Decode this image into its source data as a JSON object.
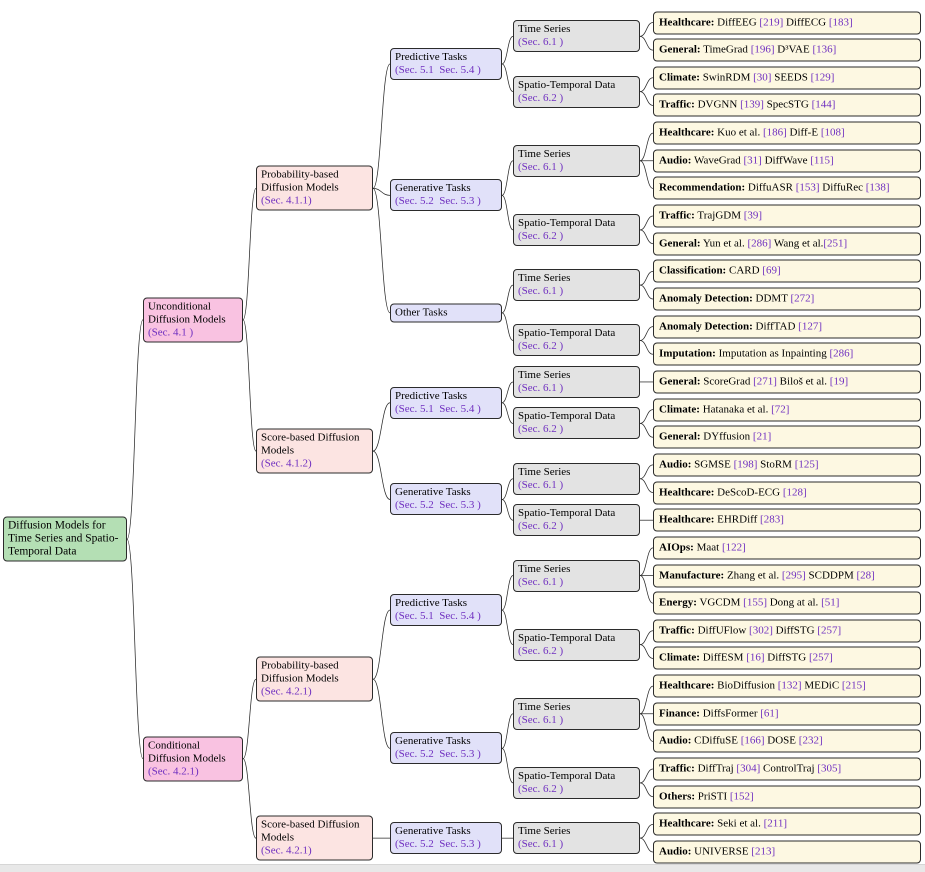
{
  "figure": {
    "title": "Diffusion Models for Time Series and Spatio-Temporal Data"
  },
  "colors": {
    "root_fill": "#b4dfb4",
    "group_fill": "#f9c2e1",
    "subgroup_fill": "#fce4e2",
    "task_fill": "#e1e1f9",
    "datatype_fill": "#e3e3e3",
    "leaf_fill": "#fdf8e2",
    "citation": "#7030c0",
    "section": "#7030c0",
    "border": "#2b2b2b",
    "edge": "#2a2a2a",
    "background": "#ffffff",
    "strip": "#e8e8e8"
  },
  "tree": {
    "label": "Diffusion Models for Time Series and Spatio-Temporal Data",
    "section": "",
    "children": [
      {
        "label": "Unconditional Diffusion Models",
        "section": "(Sec. 4.1 )",
        "children": [
          {
            "label": "Probability-based Diffusion Models",
            "section": "(Sec. 4.1.1)",
            "children": [
              {
                "label": "Predictive Tasks",
                "section": "(Sec. 5.1  Sec. 5.4 )",
                "children": [
                  {
                    "label": "Time Series",
                    "section": "(Sec. 6.1 )",
                    "children": [
                      {
                        "category": "Healthcare:",
                        "text": "DiffEEG [219] DiffECG [183]"
                      },
                      {
                        "category": "General:",
                        "text": "TimeGrad [196] D³VAE [136]"
                      }
                    ]
                  },
                  {
                    "label": "Spatio-Temporal Data",
                    "section": "(Sec. 6.2 )",
                    "children": [
                      {
                        "category": "Climate:",
                        "text": "SwinRDM [30] SEEDS [129]"
                      },
                      {
                        "category": "Traffic:",
                        "text": "DVGNN [139] SpecSTG [144]"
                      }
                    ]
                  }
                ]
              },
              {
                "label": "Generative Tasks",
                "section": "(Sec. 5.2  Sec. 5.3 )",
                "children": [
                  {
                    "label": "Time Series",
                    "section": "(Sec. 6.1 )",
                    "children": [
                      {
                        "category": "Healthcare:",
                        "text": "Kuo et al. [186] Diff-E [108]"
                      },
                      {
                        "category": "Audio:",
                        "text": "WaveGrad [31] DiffWave [115]"
                      },
                      {
                        "category": "Recommendation:",
                        "text": "DiffuASR [153] DiffuRec [138]"
                      }
                    ]
                  },
                  {
                    "label": "Spatio-Temporal Data",
                    "section": "(Sec. 6.2 )",
                    "children": [
                      {
                        "category": "Traffic:",
                        "text": "TrajGDM [39]"
                      },
                      {
                        "category": "General:",
                        "text": "Yun et al. [286] Wang et al.[251]"
                      }
                    ]
                  }
                ]
              },
              {
                "label": "Other Tasks",
                "section": "",
                "children": [
                  {
                    "label": "Time Series",
                    "section": "(Sec. 6.1 )",
                    "children": [
                      {
                        "category": "Classification:",
                        "text": "CARD [69]"
                      },
                      {
                        "category": "Anomaly Detection:",
                        "text": "DDMT [272]"
                      }
                    ]
                  },
                  {
                    "label": "Spatio-Temporal Data",
                    "section": "(Sec. 6.2 )",
                    "children": [
                      {
                        "category": "Anomaly Detection:",
                        "text": "DiffTAD [127]"
                      },
                      {
                        "category": "Imputation:",
                        "text": "Imputation as Inpainting [286]"
                      }
                    ]
                  }
                ]
              }
            ]
          },
          {
            "label": "Score-based Diffusion Models",
            "section": "(Sec. 4.1.2)",
            "children": [
              {
                "label": "Predictive Tasks",
                "section": "(Sec. 5.1  Sec. 5.4 )",
                "children": [
                  {
                    "label": "Time Series",
                    "section": "(Sec. 6.1 )",
                    "children": [
                      {
                        "category": "General:",
                        "text": "ScoreGrad [271] Biloš et al. [19]"
                      }
                    ]
                  },
                  {
                    "label": "Spatio-Temporal Data",
                    "section": "(Sec. 6.2 )",
                    "children": [
                      {
                        "category": "Climate:",
                        "text": "Hatanaka et al. [72]"
                      },
                      {
                        "category": "General:",
                        "text": "DYffusion [21]"
                      }
                    ]
                  }
                ]
              },
              {
                "label": "Generative Tasks",
                "section": "(Sec. 5.2  Sec. 5.3 )",
                "children": [
                  {
                    "label": "Time Series",
                    "section": "(Sec. 6.1 )",
                    "children": [
                      {
                        "category": "Audio:",
                        "text": "SGMSE [198] StoRM [125]"
                      },
                      {
                        "category": "Healthcare:",
                        "text": "DeScoD-ECG [128]"
                      }
                    ]
                  },
                  {
                    "label": "Spatio-Temporal Data",
                    "section": "(Sec. 6.2 )",
                    "children": [
                      {
                        "category": "Healthcare:",
                        "text": "EHRDiff [283]"
                      }
                    ]
                  }
                ]
              }
            ]
          }
        ]
      },
      {
        "label": "Conditional Diffusion Models",
        "section": "(Sec. 4.2.1)",
        "children": [
          {
            "label": "Probability-based Diffusion Models",
            "section": "(Sec. 4.2.1)",
            "children": [
              {
                "label": "Predictive Tasks",
                "section": "(Sec. 5.1  Sec. 5.4 )",
                "children": [
                  {
                    "label": "Time Series",
                    "section": "(Sec. 6.1 )",
                    "children": [
                      {
                        "category": "AIOps:",
                        "text": "Maat [122]"
                      },
                      {
                        "category": "Manufacture:",
                        "text": "Zhang et al. [295] SCDDPM [28]"
                      },
                      {
                        "category": "Energy:",
                        "text": "VGCDM [155] Dong at al. [51]"
                      }
                    ]
                  },
                  {
                    "label": "Spatio-Temporal Data",
                    "section": "(Sec. 6.2 )",
                    "children": [
                      {
                        "category": "Traffic:",
                        "text": "DiffUFlow [302] DiffSTG [257]"
                      },
                      {
                        "category": "Climate:",
                        "text": "DiffESM [16] DiffSTG [257]"
                      }
                    ]
                  }
                ]
              },
              {
                "label": "Generative Tasks",
                "section": "(Sec. 5.2  Sec. 5.3 )",
                "children": [
                  {
                    "label": "Time Series",
                    "section": "(Sec. 6.1 )",
                    "children": [
                      {
                        "category": "Healthcare:",
                        "text": "BioDiffusion [132] MEDiC [215]"
                      },
                      {
                        "category": "Finance:",
                        "text": "DiffsFormer [61]"
                      },
                      {
                        "category": "Audio:",
                        "text": "CDiffuSE [166] DOSE [232]"
                      }
                    ]
                  },
                  {
                    "label": "Spatio-Temporal Data",
                    "section": "(Sec. 6.2 )",
                    "children": [
                      {
                        "category": "Traffic:",
                        "text": "DiffTraj [304] ControlTraj [305]"
                      },
                      {
                        "category": "Others:",
                        "text": "PriSTI [152]"
                      }
                    ]
                  }
                ]
              }
            ]
          },
          {
            "label": "Score-based Diffusion Models",
            "section": "(Sec. 4.2.1)",
            "children": [
              {
                "label": "Generative Tasks",
                "section": "(Sec. 5.2  Sec. 5.3 )",
                "children": [
                  {
                    "label": "Time Series",
                    "section": "(Sec. 6.1 )",
                    "children": [
                      {
                        "category": "Healthcare:",
                        "text": "Seki et al. [211]"
                      },
                      {
                        "category": "Audio:",
                        "text": "UNIVERSE [213]"
                      }
                    ]
                  }
                ]
              }
            ]
          }
        ]
      }
    ]
  }
}
